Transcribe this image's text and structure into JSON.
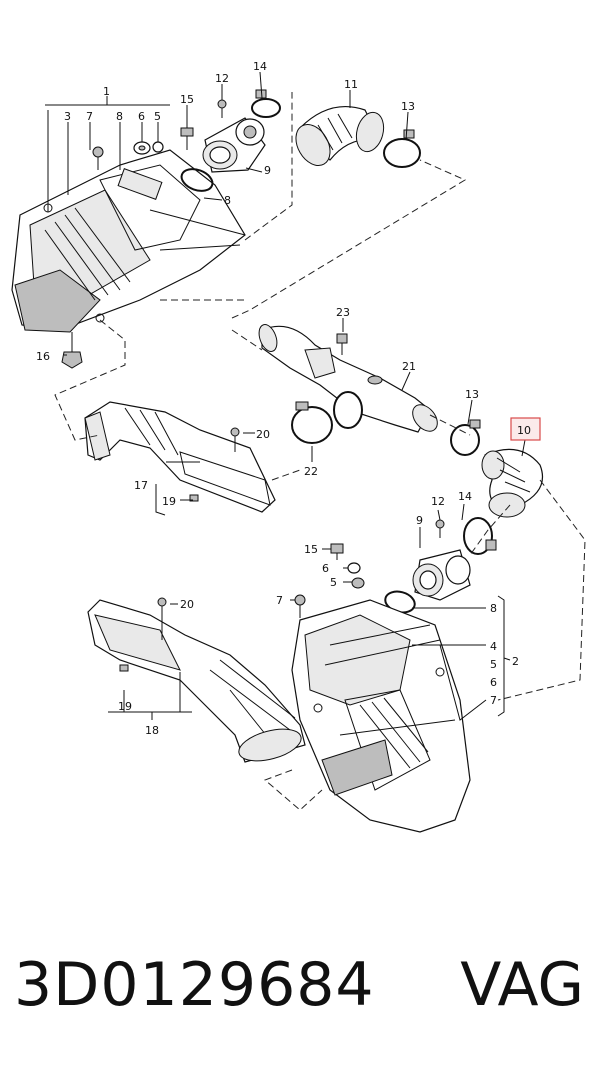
{
  "callouts": {
    "c1": "1",
    "c2": "2",
    "c3": "3",
    "c4": "4",
    "c5": "5",
    "c6": "6",
    "c7": "7",
    "c8": "8",
    "c9": "9",
    "c10": "10",
    "c11": "11",
    "c12": "12",
    "c13": "13",
    "c14": "14",
    "c15": "15",
    "c16": "16",
    "c17": "17",
    "c18": "18",
    "c19": "19",
    "c20": "20",
    "c21": "21",
    "c22": "22",
    "c23": "23"
  },
  "highlight_color": "#d94a4a",
  "footer": {
    "part_number": "3D0129684",
    "brand": "VAG"
  }
}
